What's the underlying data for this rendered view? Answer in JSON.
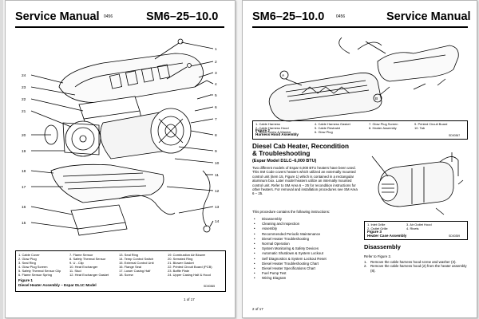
{
  "left": {
    "title": "Service Manual",
    "code": "0456",
    "model": "SM6–25–10.0",
    "callouts_left": [
      "24",
      "23",
      "22",
      "21",
      "20",
      "19",
      "18",
      "17",
      "16",
      "15"
    ],
    "callouts_right": [
      "1",
      "2",
      "3",
      "4",
      "5",
      "6",
      "7",
      "8",
      "9",
      "10",
      "11",
      "12",
      "13",
      "14"
    ],
    "legend": [
      [
        "1. Cable Cover",
        "2. Glow Plug",
        "3. Seal Ring",
        "4. Glow Plug Screen",
        "5. Safety Thermal Sensor Clip",
        "6. Flame Sensor Spring"
      ],
      [
        "7. Flame Sensor",
        "8. Safety Thermal Sensor",
        "9. U - Clip",
        "10. Heat Exchanger",
        "11. Stud",
        "12. Heat Exchanger Gasket"
      ],
      [
        "13. Seal Ring",
        "14. Temp Control Switch",
        "15. External Control Unit",
        "16. Flange Seal",
        "17. Lower Casing Half",
        "18. Screw"
      ],
      [
        "19. Combustion Air Blower",
        "20. Serrated Ring",
        "21. Blower Gasket",
        "22. Printed Circuit Board (PCB)",
        "23. Baffle Plate",
        "24. Upper Casing Half & Hood"
      ]
    ],
    "figure": "Figure 1",
    "figure_caption": "Diesel Heater Assembly – Espar DL1C Model",
    "figure_ref": "SD00365",
    "footer": "1 of 17"
  },
  "right": {
    "model": "SM6–25–10.0",
    "code": "0456",
    "title": "Service Manual",
    "fig2_labels": [
      "A",
      "B"
    ],
    "fig2_legend": [
      [
        "1. Cable Harness",
        "2. Cable Harness Hood",
        "3. Hood Screw & Washer"
      ],
      [
        "4. Cable Harness Gasket",
        "5. Cable Restraint",
        "6. Glow Plug"
      ],
      [
        "7. Glow Plug Screen",
        "8. Heater Assembly"
      ],
      [
        "9. Printed Circuit Board",
        "10. Tab"
      ]
    ],
    "fig2_caption_num": "Figure 2",
    "fig2_caption": "Harness Hood Assembly",
    "fig2_ref": "SD00367",
    "heading_line1": "Diesel Cab Heater, Recondition",
    "heading_line2": "& Troubleshooting",
    "subheading": "(Espar Model D1LC–6,000 BTU)",
    "intro": "Two different models of Espar 6,000 BTU heaters have been used. This SM Code covers heaters which utilized an externally mounted control unit (item 15, Figure 1) which is contained in a rectangular aluminum box. Later model heaters utilize an internally mounted control unit. Refer to SM Area 6 – 25 for recondition instructions for other heaters. For removal and installation procedures see SM Area 6 – 25.",
    "contains": "This procedure contains the following instructions:",
    "bullets": [
      "Disassembly",
      "Cleaning and Inspection",
      "Assembly",
      "Recommended Periodic Maintenance",
      "Diesel Heater Troubleshooting",
      "Normal Operation",
      "System Monitoring & Safety Devices",
      "Automatic Shutdown & System Lockout",
      "Self Diagnostics & System Lockout Reset",
      "Diesel Heater Troubleshooting Chart",
      "Diesel Heater Specifications Chart",
      "Fuel Pump Test",
      "Wiring Diagram"
    ],
    "fig3_legend": [
      [
        "1. Inlet Grille",
        "2. Outlet Grille"
      ],
      [
        "3. Air Outlet Hood",
        "4. Rivets"
      ]
    ],
    "fig3_caption_num": "Figure 3",
    "fig3_caption": "Heater Case Assembly",
    "fig3_ref": "SD00359",
    "disassembly": "Disassembly",
    "refer": "Refer to Figure 2.",
    "steps": [
      [
        "1.",
        "Remove the cable harness hood screw and washer (3)."
      ],
      [
        "2.",
        "Remove the cable harness hood (2) from the heater assembly (8)."
      ]
    ],
    "footer": "2 of 17"
  }
}
